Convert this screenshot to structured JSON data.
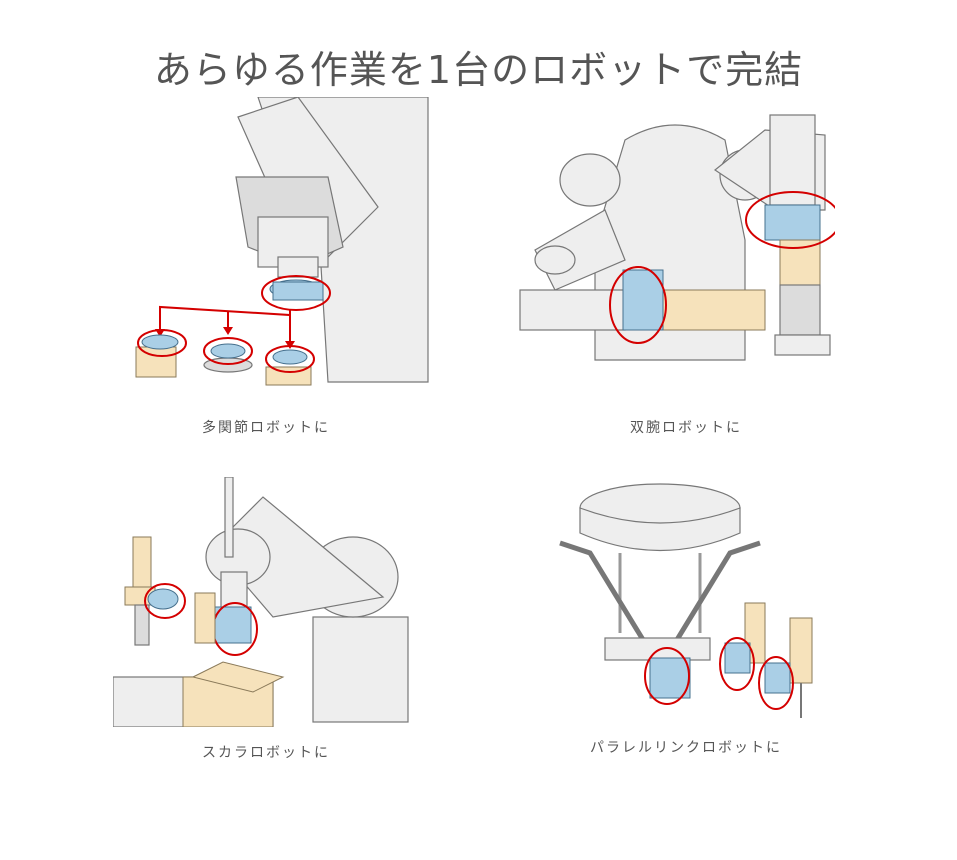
{
  "title": "あらゆる作業を1台のロボットで完結",
  "panels": [
    {
      "caption": "多関節ロボットに"
    },
    {
      "caption": "双腕ロボットに"
    },
    {
      "caption": "スカラロボットに"
    },
    {
      "caption": "パラレルリンクロボットに"
    }
  ],
  "colors": {
    "highlight": "#d40000",
    "tool_changer": "#aacfe6",
    "gripper": "#f6e2bb",
    "robot": "#eeeeee"
  }
}
